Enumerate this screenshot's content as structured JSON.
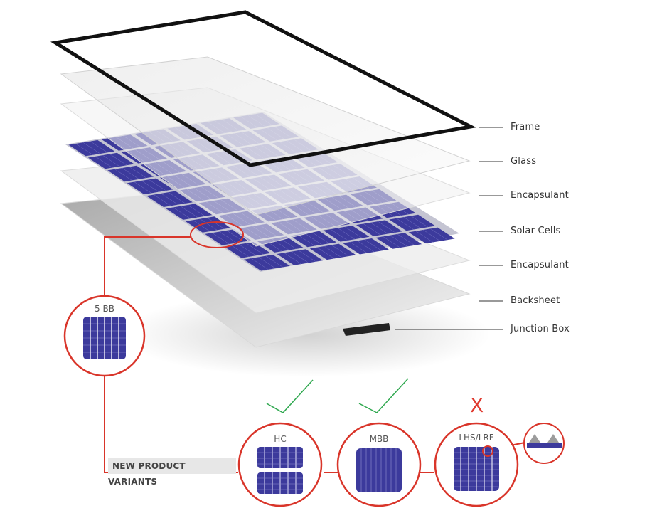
{
  "layers": [
    {
      "label": "Frame"
    },
    {
      "label": "Glass"
    },
    {
      "label": "Encapsulant"
    },
    {
      "label": "Solar Cells"
    },
    {
      "label": "Encapsulant"
    },
    {
      "label": "Backsheet"
    },
    {
      "label": "Junction Box"
    }
  ],
  "current_cell": {
    "label": "5 BB"
  },
  "variants_label": "NEW PRODUCT VARIANTS",
  "variants": [
    {
      "label": "HC",
      "status": "check"
    },
    {
      "label": "MBB",
      "status": "check"
    },
    {
      "label": "LHS/LRF",
      "status": "cross",
      "status_mark": "X"
    }
  ],
  "colors": {
    "accent": "#d9352a",
    "check": "#2fa84f",
    "cell": "#3c3a9c",
    "frame": "#111111"
  }
}
